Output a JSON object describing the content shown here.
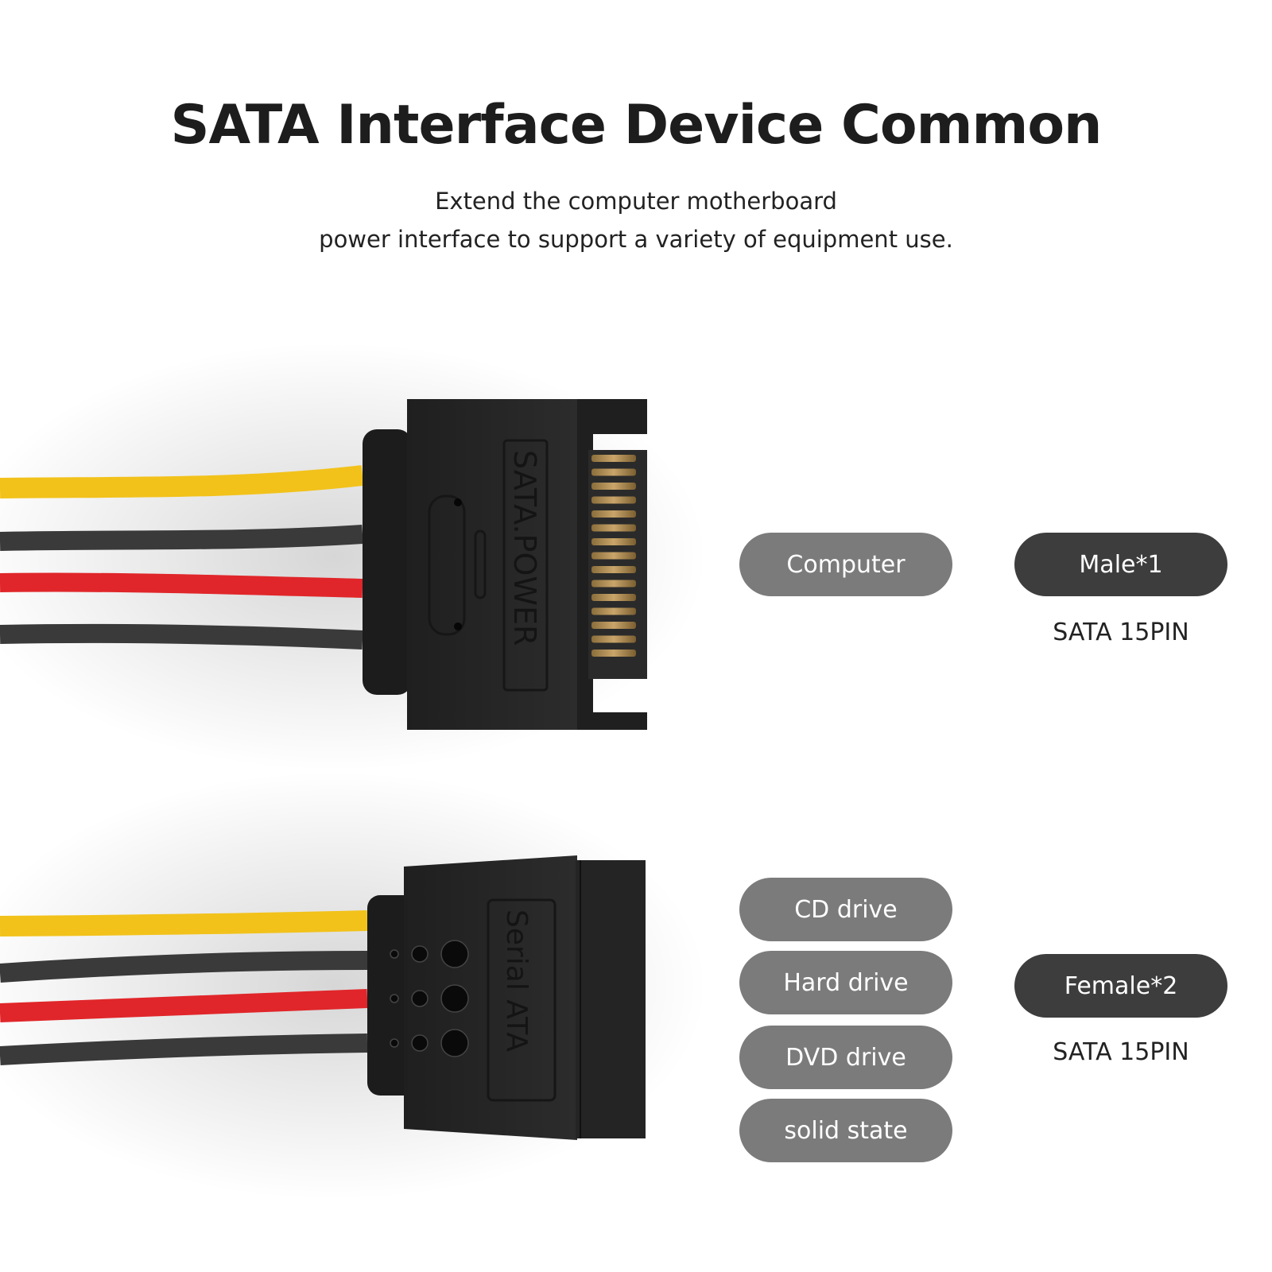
{
  "header": {
    "title": "SATA Interface Device Common",
    "subtitle_line1": "Extend the computer motherboard",
    "subtitle_line2": "power interface to support a variety of equipment use."
  },
  "connectors": {
    "male": {
      "embossed_text": "SATA.POWER",
      "uses": [
        "Computer"
      ],
      "gender_label": "Male*1",
      "spec": "SATA 15PIN"
    },
    "female": {
      "embossed_text": "Serial ATA",
      "uses": [
        "CD drive",
        "Hard drive",
        "DVD drive",
        "solid state"
      ],
      "gender_label": "Female*2",
      "spec": "SATA 15PIN"
    }
  },
  "colors": {
    "wire_yellow": "#f2c21b",
    "wire_black": "#3a3a3a",
    "wire_red": "#e0262a",
    "connector_body": "#262626",
    "pill_use": "#7b7b7b",
    "pill_gender": "#3d3d3d"
  }
}
